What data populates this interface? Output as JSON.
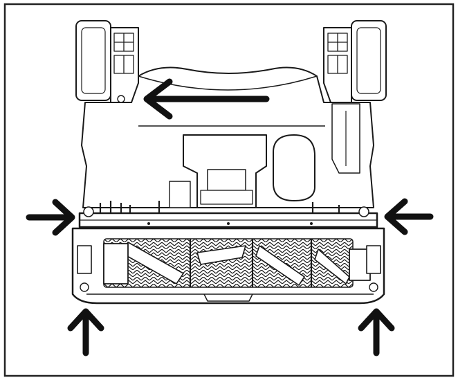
{
  "diagram": {
    "subject": "vacuum-cleaner-brush-head-underside",
    "line_color": "#1a1a1a",
    "fill_color": "#ffffff",
    "frame_color": "#222222",
    "arrows": [
      {
        "id": "remove-slide-arrow",
        "direction": "left",
        "icon": "arrow-left-icon"
      },
      {
        "id": "press-left-side-arrow",
        "direction": "right",
        "icon": "arrow-right-icon"
      },
      {
        "id": "press-right-side-arrow",
        "direction": "left",
        "icon": "arrow-left-icon"
      },
      {
        "id": "lift-left-corner-arrow",
        "direction": "up",
        "icon": "arrow-up-icon"
      },
      {
        "id": "lift-right-corner-arrow",
        "direction": "up",
        "icon": "arrow-up-icon"
      }
    ]
  }
}
